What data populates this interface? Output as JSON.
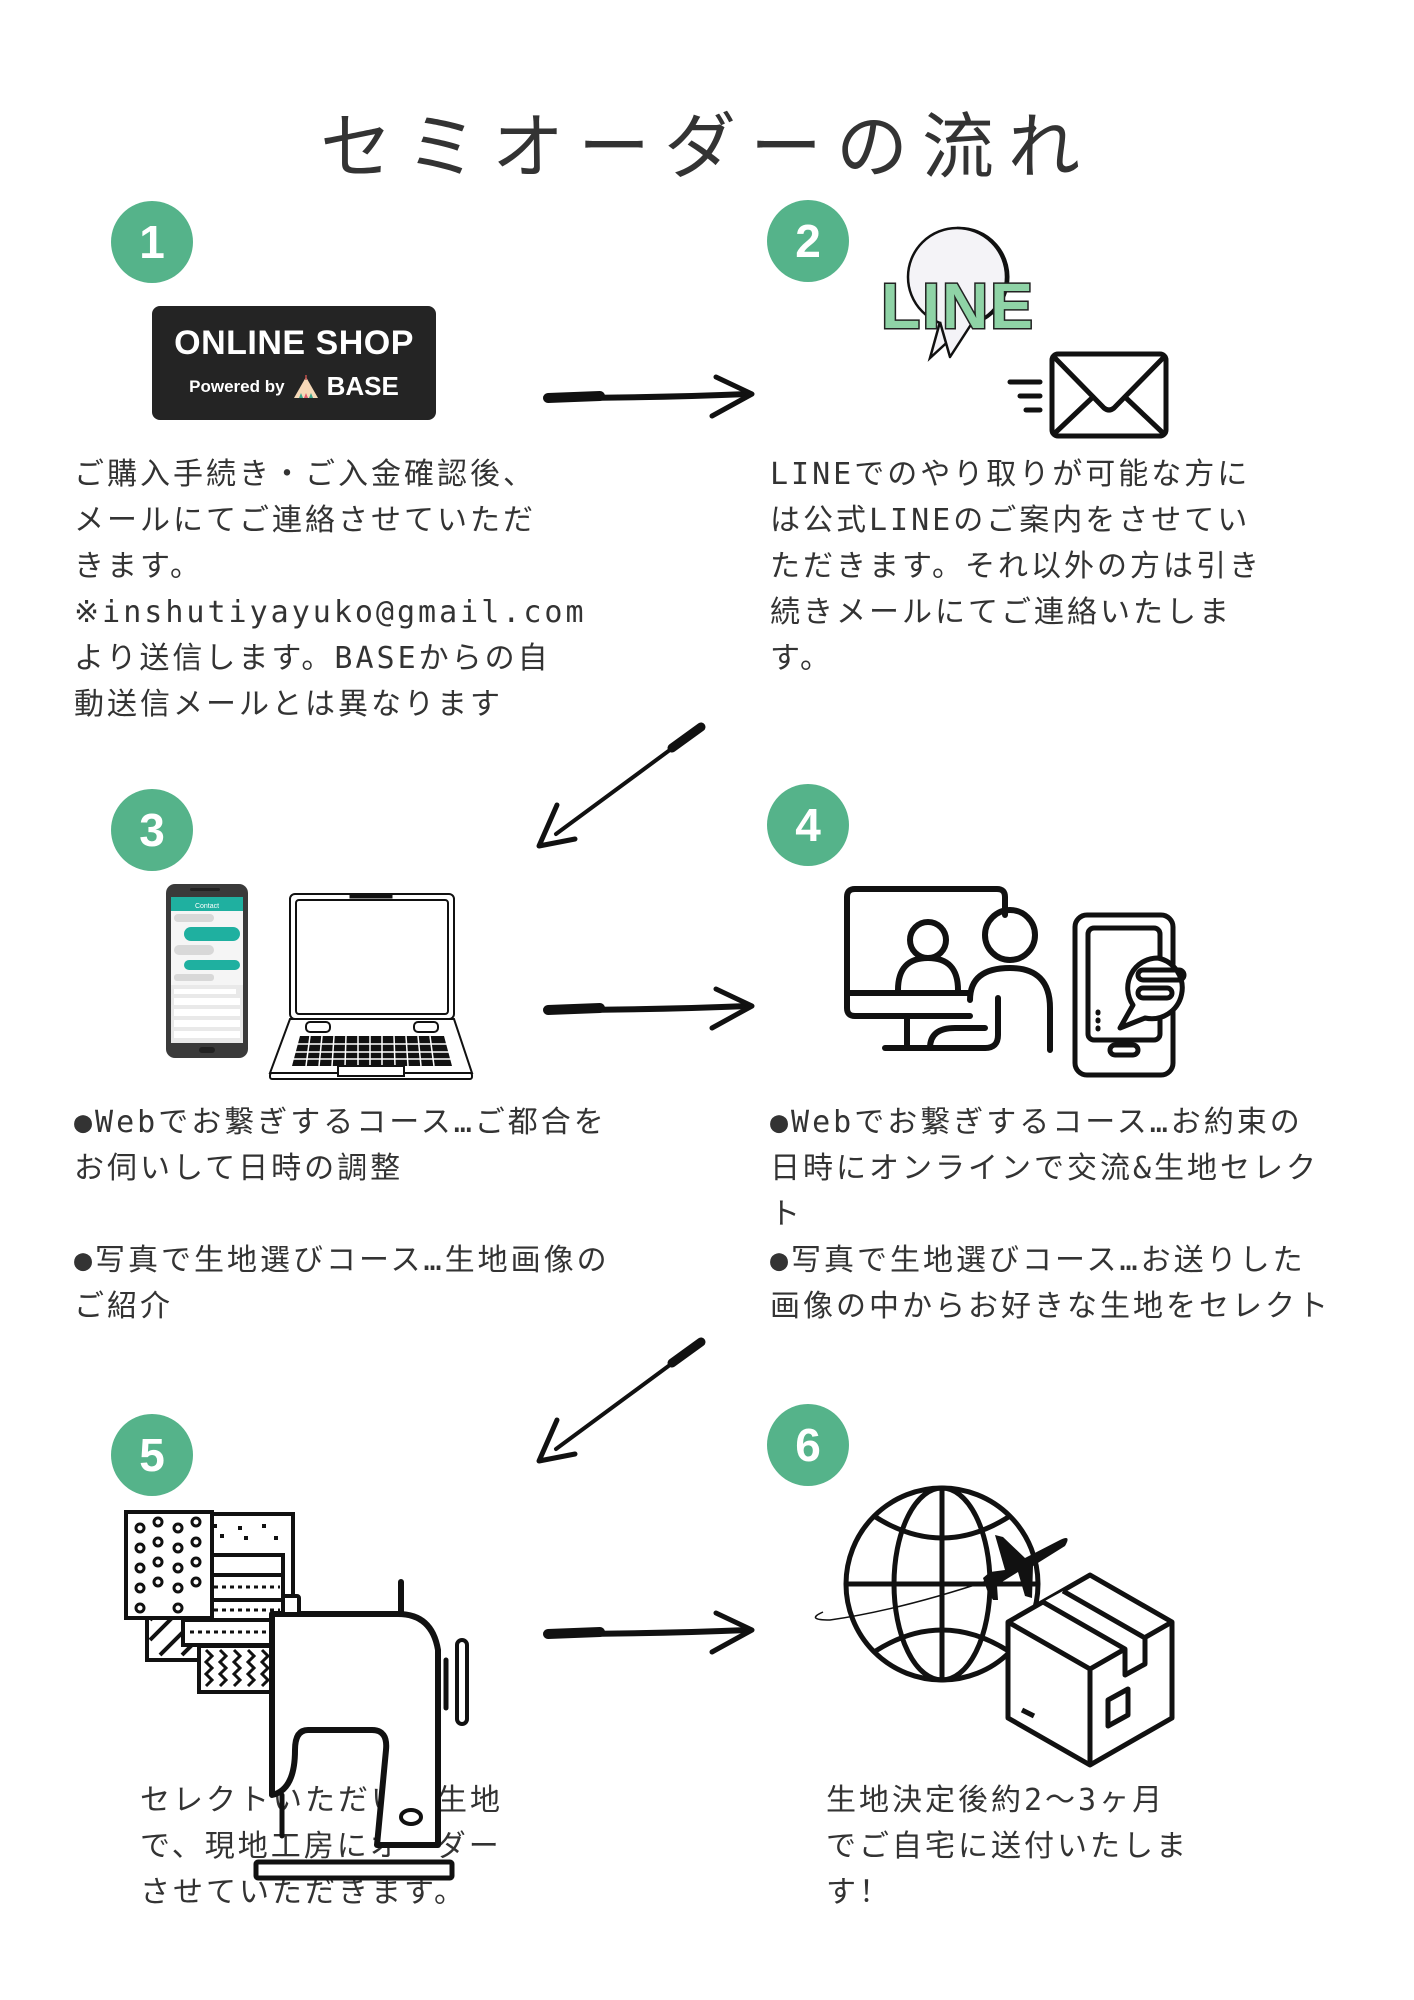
{
  "title": "セミオーダーの流れ",
  "accent_color": "#55b38a",
  "steps": [
    {
      "number": "1",
      "icon": "online-shop-badge",
      "badge": {
        "line1": "ONLINE SHOP",
        "powered_by": "Powered by",
        "brand": "BASE"
      },
      "lines": [
        "ご購入手続き・ご入金確認後、",
        "メールにてご連絡させていただ",
        "きます。",
        "※inshutiyayuko@gmail.com",
        "より送信します。BASEからの自",
        "動送信メールとは異なります"
      ]
    },
    {
      "number": "2",
      "icon": "line-and-mail-icon",
      "line_logo": "LINE",
      "lines": [
        "LINEでのやり取りが可能な方に",
        "は公式LINEのご案内をさせてい",
        "ただきます。それ以外の方は引き",
        "続きメールにてご連絡いたしま",
        "す。"
      ]
    },
    {
      "number": "3",
      "icon": "smartphone-and-laptop-icon",
      "phone_header": "Contact",
      "lines": [
        "●Webでお繋ぎするコース…ご都合を",
        "お伺いして日時の調整",
        "",
        "●写真で生地選びコース…生地画像の",
        "ご紹介"
      ]
    },
    {
      "number": "4",
      "icon": "video-call-and-chat-icon",
      "lines": [
        "●Webでお繋ぎするコース…お約束の",
        "日時にオンラインで交流&生地セレク",
        "ト",
        "●写真で生地選びコース…お送りした",
        "画像の中からお好きな生地をセレクト"
      ]
    },
    {
      "number": "5",
      "icon": "fabric-and-sewing-machine-icon",
      "lines": [
        "セレクトいただいた生地",
        "で、現地工房にオーダー",
        "させていただきます。"
      ]
    },
    {
      "number": "6",
      "icon": "globe-airplane-package-icon",
      "lines": [
        "生地決定後約2〜3ヶ月",
        "でご自宅に送付いたしま",
        "す！"
      ]
    }
  ]
}
